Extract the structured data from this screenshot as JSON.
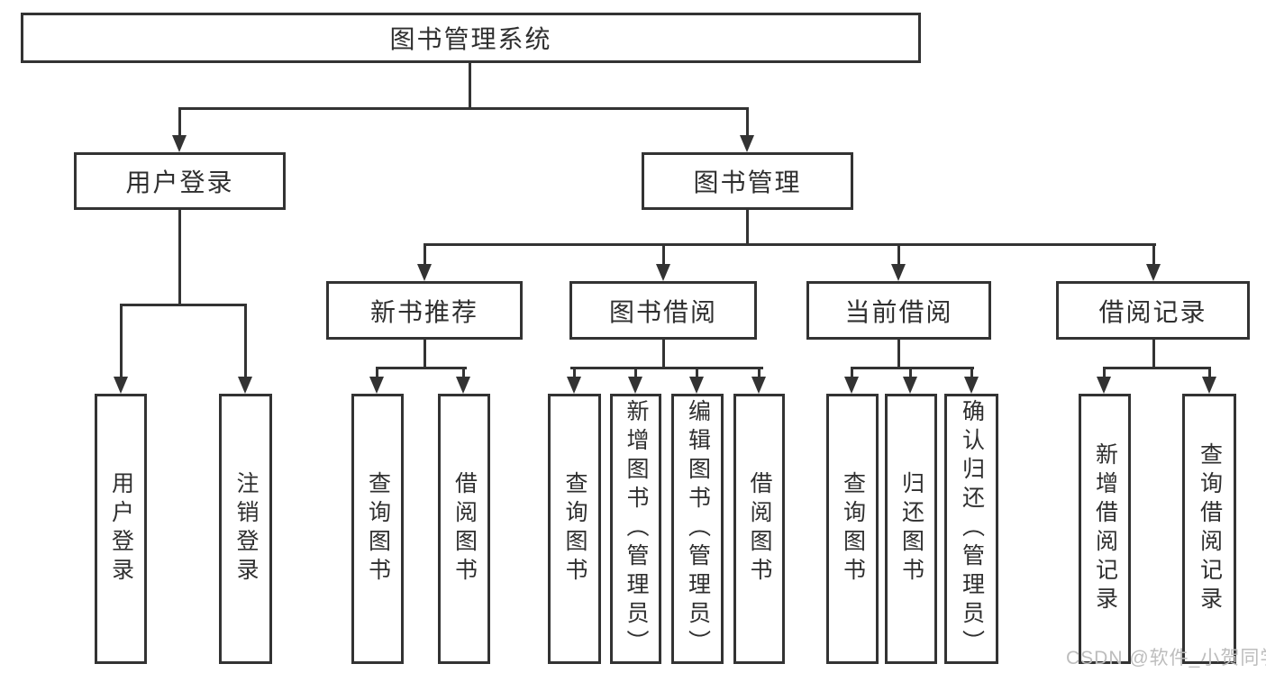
{
  "diagram_title": "图书管理系统",
  "tree": {
    "root": "图书管理系统",
    "level2": [
      "用户登录",
      "图书管理"
    ],
    "level3": [
      "新书推荐",
      "图书借阅",
      "当前借阅",
      "借阅记录"
    ],
    "leaves": {
      "login": [
        "用户登录",
        "注销登录"
      ],
      "newbook": [
        "查询图书",
        "借阅图书"
      ],
      "borrow": [
        "查询图书",
        "新增图书（管理员）",
        "编辑图书（管理员）",
        "借阅图书"
      ],
      "current": [
        "查询图书",
        "归还图书",
        "确认归还（管理员）"
      ],
      "records": [
        "新增借阅记录",
        "查询借阅记录"
      ]
    }
  },
  "watermark": {
    "text": "CSDN @软件_小贺同学"
  },
  "colors": {
    "line": "#333333",
    "text": "#2f2f2f",
    "watermark": "#bdbdbd",
    "background": "#ffffff"
  }
}
